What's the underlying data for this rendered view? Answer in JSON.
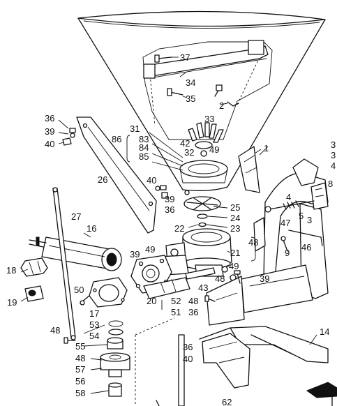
{
  "labels": [
    {
      "id": "37",
      "text": "37"
    },
    {
      "id": "34",
      "text": "34"
    },
    {
      "id": "35",
      "text": "35"
    },
    {
      "id": "2",
      "text": "2"
    },
    {
      "id": "33",
      "text": "33"
    },
    {
      "id": "31",
      "text": "31"
    },
    {
      "id": "86",
      "text": "86"
    },
    {
      "id": "83",
      "text": "83"
    },
    {
      "id": "84",
      "text": "84"
    },
    {
      "id": "85",
      "text": "85"
    },
    {
      "id": "42",
      "text": "42"
    },
    {
      "id": "32",
      "text": "32"
    },
    {
      "id": "49a",
      "text": "49"
    },
    {
      "id": "1",
      "text": "1"
    },
    {
      "id": "36a",
      "text": "36"
    },
    {
      "id": "39a",
      "text": "39"
    },
    {
      "id": "40a",
      "text": "40"
    },
    {
      "id": "26",
      "text": "26"
    },
    {
      "id": "40b",
      "text": "40"
    },
    {
      "id": "39b",
      "text": "39"
    },
    {
      "id": "36b",
      "text": "36"
    },
    {
      "id": "25",
      "text": "25"
    },
    {
      "id": "24",
      "text": "24"
    },
    {
      "id": "22",
      "text": "22"
    },
    {
      "id": "23",
      "text": "23"
    },
    {
      "id": "3a",
      "text": "3"
    },
    {
      "id": "3b",
      "text": "3"
    },
    {
      "id": "4a",
      "text": "4"
    },
    {
      "id": "8",
      "text": "8"
    },
    {
      "id": "4b",
      "text": "4"
    },
    {
      "id": "5",
      "text": "5"
    },
    {
      "id": "47",
      "text": "47"
    },
    {
      "id": "3c",
      "text": "3"
    },
    {
      "id": "48a",
      "text": "48"
    },
    {
      "id": "46",
      "text": "46"
    },
    {
      "id": "9",
      "text": "9"
    },
    {
      "id": "27",
      "text": "27"
    },
    {
      "id": "16",
      "text": "16"
    },
    {
      "id": "21",
      "text": "21"
    },
    {
      "id": "39c",
      "text": "39"
    },
    {
      "id": "49b",
      "text": "49"
    },
    {
      "id": "49c",
      "text": "49"
    },
    {
      "id": "18",
      "text": "18"
    },
    {
      "id": "48b",
      "text": "48"
    },
    {
      "id": "39d",
      "text": "39"
    },
    {
      "id": "43",
      "text": "43"
    },
    {
      "id": "50",
      "text": "50"
    },
    {
      "id": "19",
      "text": "19"
    },
    {
      "id": "17",
      "text": "17"
    },
    {
      "id": "20",
      "text": "20"
    },
    {
      "id": "52",
      "text": "52"
    },
    {
      "id": "48c",
      "text": "48"
    },
    {
      "id": "51",
      "text": "51"
    },
    {
      "id": "36c",
      "text": "36"
    },
    {
      "id": "53",
      "text": "53"
    },
    {
      "id": "54",
      "text": "54"
    },
    {
      "id": "48d",
      "text": "48"
    },
    {
      "id": "55",
      "text": "55"
    },
    {
      "id": "14",
      "text": "14"
    },
    {
      "id": "48e",
      "text": "48"
    },
    {
      "id": "57",
      "text": "57"
    },
    {
      "id": "56",
      "text": "56"
    },
    {
      "id": "36d",
      "text": "36"
    },
    {
      "id": "40c",
      "text": "40"
    },
    {
      "id": "58",
      "text": "58"
    },
    {
      "id": "62",
      "text": "62"
    }
  ]
}
